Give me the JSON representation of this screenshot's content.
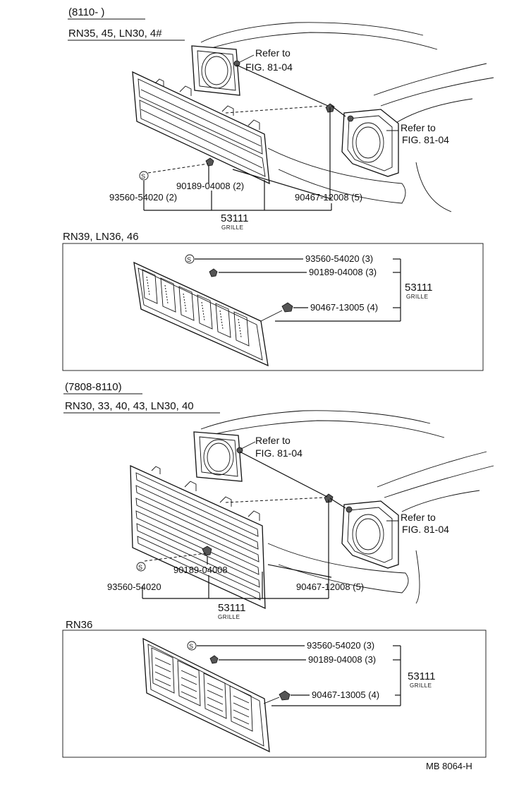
{
  "sections": [
    {
      "period": "(8110-          )",
      "models": "RN35, 45, LN30, 4#",
      "refs": [
        "Refer to",
        "FIG. 81-04",
        "Refer to",
        "FIG. 81-04"
      ],
      "parts": {
        "bolt": "90189-04008 (2)",
        "screw": "93560-54020 (2)",
        "clip": "90467-12008 (5)",
        "grille_no": "53111",
        "grille_name": "GRILLE"
      }
    },
    {
      "models": "RN39, LN36, 46",
      "parts": {
        "screw": "93560-54020 (3)",
        "bolt": "90189-04008 (3)",
        "clip": "90467-13005 (4)",
        "grille_no": "53111",
        "grille_name": "GRILLE"
      }
    },
    {
      "period": "(7808-8110)",
      "models": "RN30, 33, 40, 43, LN30, 40",
      "refs": [
        "Refer to",
        "FIG. 81-04",
        "Refer to",
        "FIG. 81-04"
      ],
      "parts": {
        "bolt": "90189-04008",
        "screw": "93560-54020",
        "clip": "90467-12008 (5)",
        "grille_no": "53111",
        "grille_name": "GRILLE"
      }
    },
    {
      "models": "RN36",
      "parts": {
        "screw": "93560-54020 (3)",
        "bolt": "90189-04008 (3)",
        "clip": "90467-13005 (4)",
        "grille_no": "53111",
        "grille_name": "GRILLE"
      }
    }
  ],
  "screw_symbol": "S",
  "footer": "MB 8064-H"
}
